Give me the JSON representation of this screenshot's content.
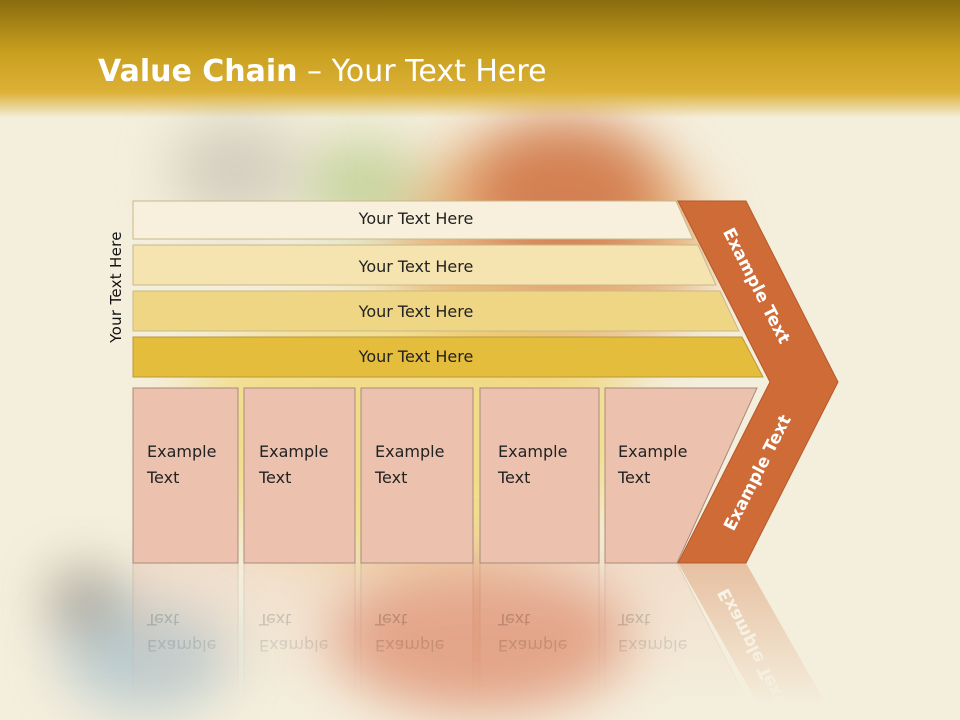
{
  "slide": {
    "title_bold": "Value Chain",
    "title_rest": " – Your Text Here",
    "side_label": "Your Text Here"
  },
  "bands": [
    {
      "label": "Your Text Here",
      "color": "#f8f0dc"
    },
    {
      "label": "Your Text Here",
      "color": "#f5e3b0"
    },
    {
      "label": "Your Text Here",
      "color": "#efd684"
    },
    {
      "label": "Your Text Here",
      "color": "#e4bd3c"
    }
  ],
  "boxes": [
    {
      "line1": "Example",
      "line2": "Text"
    },
    {
      "line1": "Example",
      "line2": "Text"
    },
    {
      "line1": "Example",
      "line2": "Text"
    },
    {
      "line1": "Example",
      "line2": "Text"
    },
    {
      "line1": "Example",
      "line2": "Text"
    }
  ],
  "arrow": {
    "upper_label": "Example Text",
    "lower_label": "Example Text",
    "color": "#cf6b37"
  },
  "colors": {
    "header": "#c9a020",
    "box_fill": "#ecc2ae",
    "box_border": "#a88a7c"
  }
}
